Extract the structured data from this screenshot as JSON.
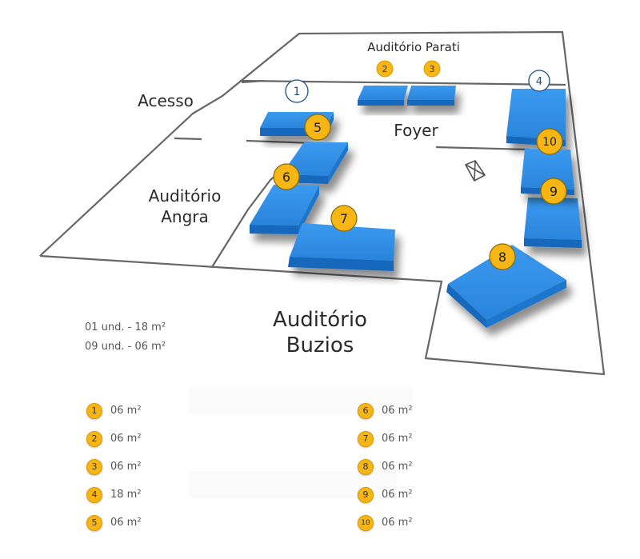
{
  "rooms": {
    "auditorio_parati": "Auditório Parati",
    "acesso": "Acesso",
    "foyer": "Foyer",
    "auditorio_angra_1": "Auditório",
    "auditorio_angra_2": "Angra",
    "auditorio_buzios_1": "Auditório",
    "auditorio_buzios_2": "Buzios"
  },
  "stands": [
    "1",
    "2",
    "3",
    "4",
    "5",
    "6",
    "7",
    "8",
    "9",
    "10"
  ],
  "totals": [
    "01 und. - 18 m²",
    "09 und. - 06 m²"
  ],
  "legend": [
    {
      "number": "1",
      "area": "06 m²"
    },
    {
      "number": "2",
      "area": "06 m²"
    },
    {
      "number": "3",
      "area": "06 m²"
    },
    {
      "number": "4",
      "area": "18 m²"
    },
    {
      "number": "5",
      "area": "06 m²"
    },
    {
      "number": "6",
      "area": "06 m²"
    },
    {
      "number": "7",
      "area": "06 m²"
    },
    {
      "number": "8",
      "area": "06 m²"
    },
    {
      "number": "9",
      "area": "06 m²"
    },
    {
      "number": "10",
      "area": "06 m²"
    }
  ],
  "colors": {
    "stand_top": "#2f8ee6",
    "stand_front": "#1668bd",
    "badge": "#f7b614",
    "badge_outline_only": "#ffffff",
    "walls": "#666666"
  }
}
